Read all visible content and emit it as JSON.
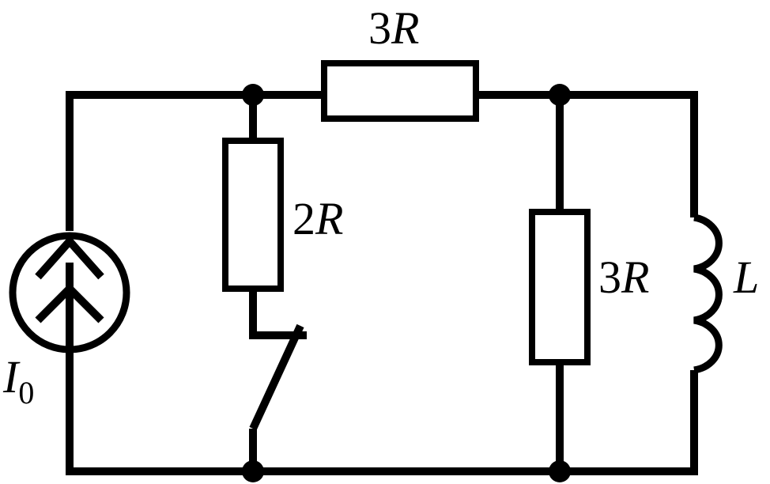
{
  "diagram": {
    "type": "circuit",
    "components": {
      "current_source": {
        "symbol": "I",
        "subscript": "0"
      },
      "resistor_top": {
        "coef": "3",
        "var": "R"
      },
      "resistor_branch": {
        "coef": "2",
        "var": "R"
      },
      "resistor_right": {
        "coef": "3",
        "var": "R"
      },
      "inductor": {
        "var": "L"
      },
      "switch": {
        "state": "open"
      }
    }
  }
}
